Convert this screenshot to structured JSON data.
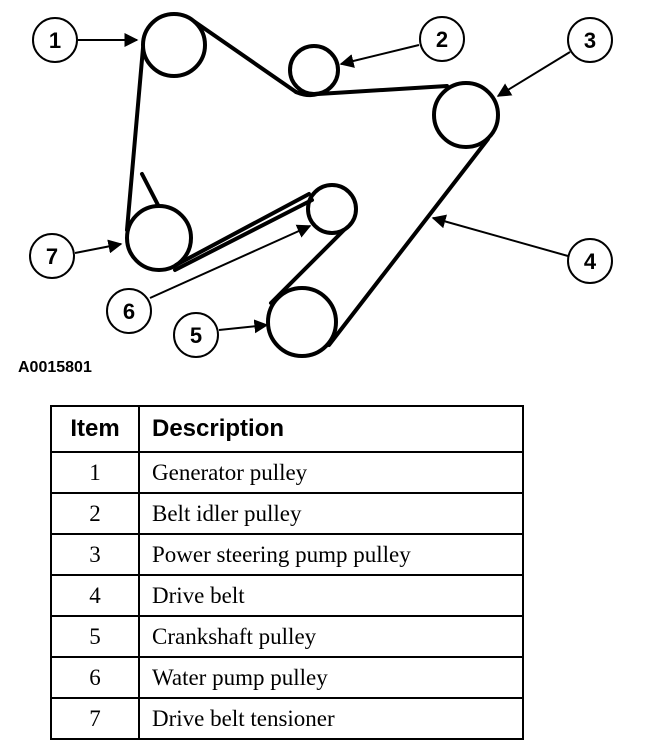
{
  "figure_id": "A0015801",
  "callouts": [
    "1",
    "2",
    "3",
    "4",
    "5",
    "6",
    "7"
  ],
  "table": {
    "headers": {
      "item": "Item",
      "description": "Description"
    },
    "rows": [
      {
        "item": "1",
        "description": "Generator pulley"
      },
      {
        "item": "2",
        "description": "Belt idler pulley"
      },
      {
        "item": "3",
        "description": "Power steering pump pulley"
      },
      {
        "item": "4",
        "description": "Drive belt"
      },
      {
        "item": "5",
        "description": "Crankshaft pulley"
      },
      {
        "item": "6",
        "description": "Water pump pulley"
      },
      {
        "item": "7",
        "description": "Drive belt tensioner"
      }
    ]
  }
}
